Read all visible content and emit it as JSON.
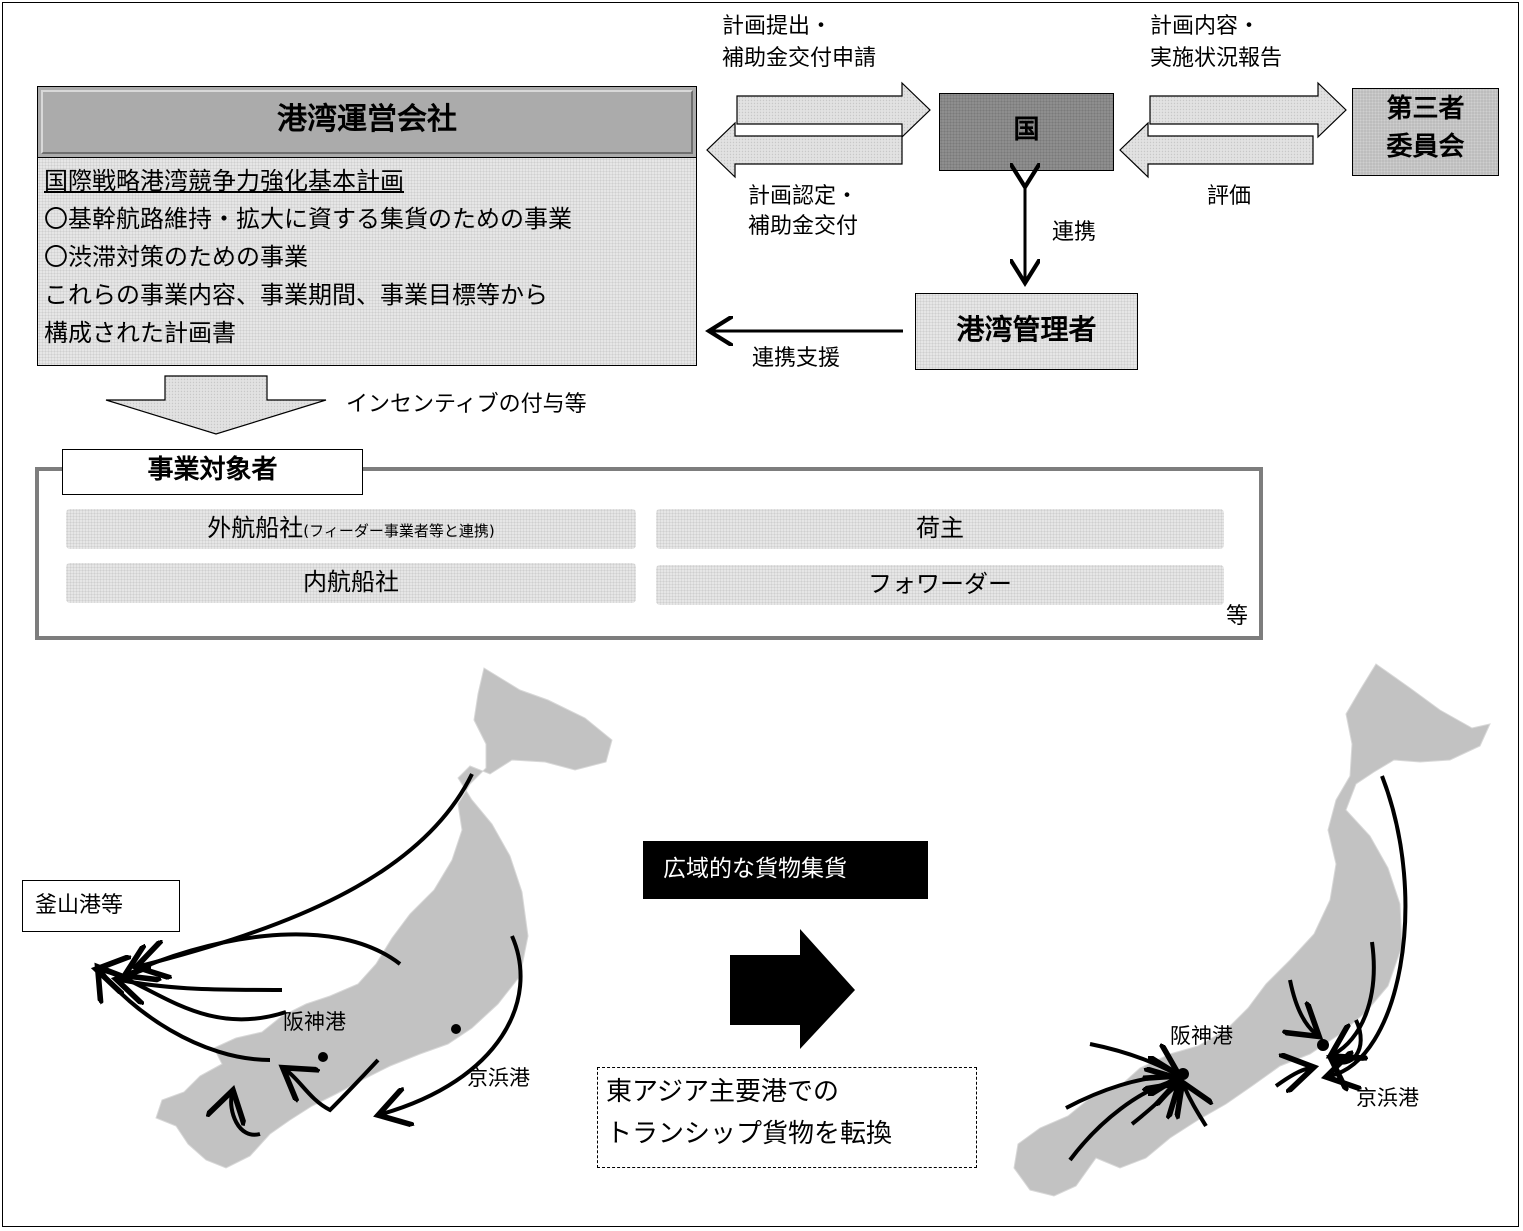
{
  "operator": {
    "title": "港湾運営会社",
    "plan_title": "国際戦略港湾競争力強化基本計画",
    "lines": [
      "〇基幹航路維持・拡大に資する集貨のための事業",
      "〇渋滞対策のための事業",
      "これらの事業内容、事業期間、事業目標等から",
      "構成された計画書"
    ]
  },
  "country": {
    "label": "国"
  },
  "committee": {
    "line1": "第三者",
    "line2": "委員会"
  },
  "port_manager": {
    "label": "港湾管理者"
  },
  "flows": {
    "submit_1": "計画提出・",
    "submit_2": "補助金交付申請",
    "approve_1": "計画認定・",
    "approve_2": "補助金交付",
    "report_1": "計画内容・",
    "report_2": "実施状況報告",
    "evaluation": "評価",
    "cooperation": "連携",
    "cooperation_support": "連携支援",
    "incentive": "インセンティブの付与等"
  },
  "targets": {
    "title": "事業対象者",
    "items": {
      "foreign_main": "外航船社",
      "foreign_note": "(フィーダー事業者等と連携)",
      "shipper": "荷主",
      "domestic": "内航船社",
      "forwarder": "フォワーダー"
    },
    "etc": "等"
  },
  "maps": {
    "busan": "釜山港等",
    "wide_area": "広域的な貨物集貨",
    "transship_1": "東アジア主要港での",
    "transship_2": "トランシップ貨物を転換",
    "hanshin_left": "阪神港",
    "keihin_left": "京浜港",
    "hanshin_right": "阪神港",
    "keihin_right": "京浜港"
  }
}
